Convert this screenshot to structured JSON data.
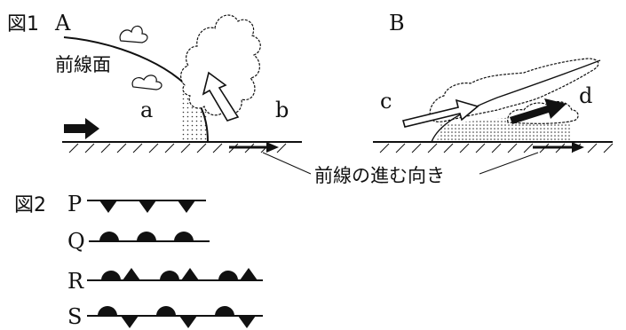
{
  "figure1": {
    "title": "図1",
    "panel_a": {
      "label": "A",
      "front_surface_label": "前線面",
      "label_a": "a",
      "label_b": "b"
    },
    "panel_b": {
      "label": "B",
      "label_c": "c",
      "label_d": "d"
    },
    "caption": "前線の進む向き"
  },
  "figure2": {
    "title": "図2",
    "symbols": [
      {
        "label": "P",
        "kind": "cold-front"
      },
      {
        "label": "Q",
        "kind": "warm-front"
      },
      {
        "label": "R",
        "kind": "stationary-same-side"
      },
      {
        "label": "S",
        "kind": "stationary-front"
      }
    ]
  }
}
